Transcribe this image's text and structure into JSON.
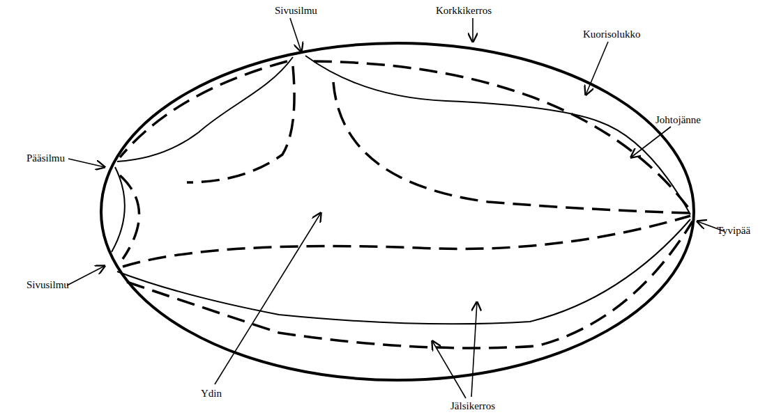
{
  "diagram": {
    "labels": [
      "Sivusilmu",
      "Korkkikerros",
      "Kuorisolukko",
      "Pääsilmu",
      "Johtojänne",
      "Tyvipää",
      "Sivusilmu",
      "Ydin",
      "Jälsikerros"
    ]
  }
}
